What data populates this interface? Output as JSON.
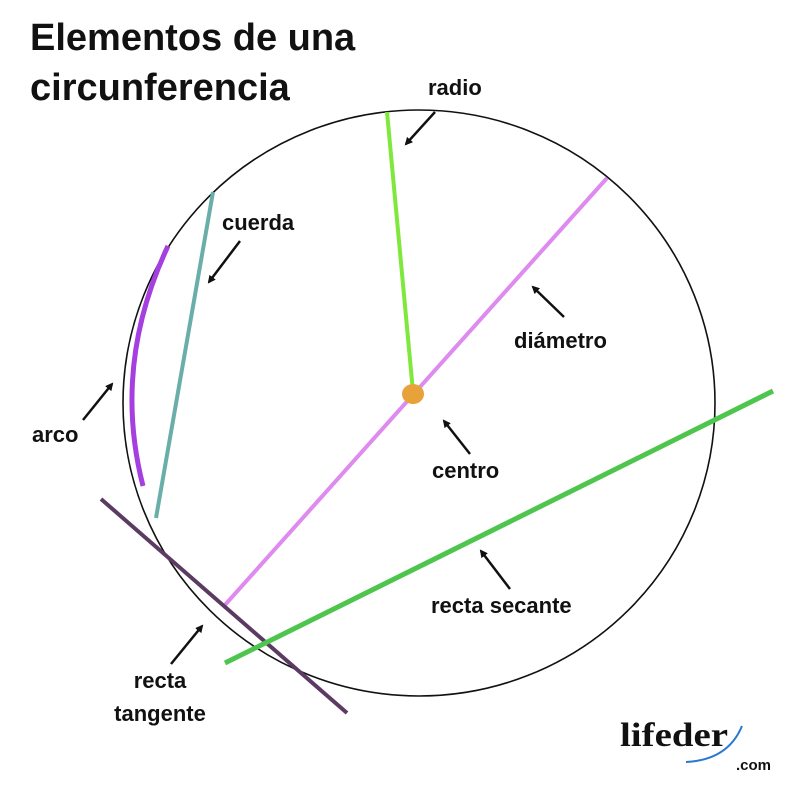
{
  "title": {
    "line1": "Elementos de una",
    "line2": "circunferencia"
  },
  "labels": {
    "radio": "radio",
    "cuerda": "cuerda",
    "diametro": "diámetro",
    "arco": "arco",
    "centro": "centro",
    "secante": "recta secante",
    "tangente_1": "recta",
    "tangente_2": "tangente"
  },
  "logo": {
    "name": "lifeder",
    "suffix": ".com"
  },
  "colors": {
    "radio": "#7ee83c",
    "diametro": "#de8aee",
    "centro": "#e8a23a",
    "cuerda": "#6aaeaa",
    "arco": "#a53fe0",
    "tangente": "#5b3b62",
    "secante": "#4ec64e"
  }
}
